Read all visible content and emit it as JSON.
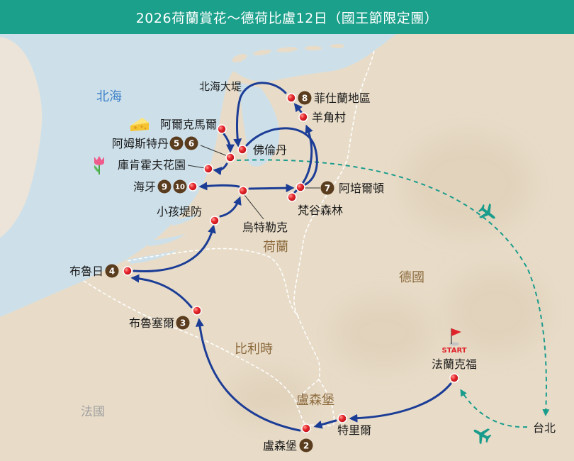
{
  "header": {
    "title": "2026荷蘭賞花～德荷比盧12日（國王節限定團）"
  },
  "regions": {
    "north_sea": "北海",
    "netherlands": "荷蘭",
    "germany": "德國",
    "belgium": "比利時",
    "luxembourg": "盧森堡",
    "france": "法國"
  },
  "places": {
    "afsluitdijk": {
      "name": "北海大堤"
    },
    "friesland": {
      "name": "菲仕蘭地區",
      "badges": [
        "8"
      ]
    },
    "giethoorn": {
      "name": "羊角村"
    },
    "alkmaar": {
      "name": "阿爾克馬爾",
      "icon": "cheese-icon"
    },
    "amsterdam": {
      "name": "阿姆斯特丹",
      "badges": [
        "5",
        "6"
      ]
    },
    "volendam": {
      "name": "佛倫丹"
    },
    "keukenhof": {
      "name": "庫肯霍夫花園",
      "icon": "tulip-icon"
    },
    "hague": {
      "name": "海牙",
      "badges": [
        "9",
        "10"
      ]
    },
    "apeldoorn": {
      "name": "阿培爾頓",
      "badges": [
        "7"
      ]
    },
    "hoge_veluwe": {
      "name": "梵谷森林"
    },
    "utrecht": {
      "name": "烏特勒克"
    },
    "kinderdijk": {
      "name": "小孩堤防"
    },
    "bruges": {
      "name": "布魯日",
      "badges": [
        "4"
      ]
    },
    "brussels": {
      "name": "布魯塞爾",
      "badges": [
        "3"
      ]
    },
    "frankfurt": {
      "name": "法蘭克福",
      "icon": "start-flag-icon",
      "start_label": "START"
    },
    "trier": {
      "name": "特里爾"
    },
    "luxembourg_city": {
      "name": "盧森堡",
      "badges": [
        "2"
      ]
    },
    "taipei": {
      "name": "台北"
    }
  },
  "flights": {
    "icon": "airplane-icon"
  },
  "colors": {
    "header": "#1ba08b",
    "sea": "#cde0ea",
    "land": "#e8dcc8",
    "route": "#1c3d96",
    "flight": "#1a9c8c",
    "pin": "#e0232a",
    "badge": "#5a3c1e",
    "region_label": "#8d6b3f"
  }
}
